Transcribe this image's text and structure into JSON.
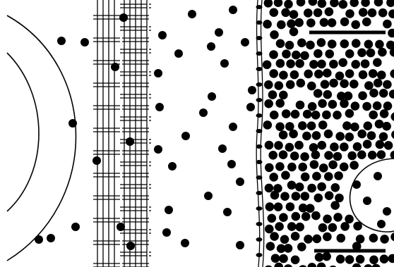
{
  "figure": {
    "background_color": "#ffffff",
    "ink_color": "#000000",
    "regions": [
      "left-curved-boundary",
      "woven-barrier",
      "sparse-particle-zone",
      "double-membrane",
      "dense-particle-zone",
      "inner-oval-compartment"
    ],
    "particle_density": {
      "left-zone": "sparse",
      "woven-barrier": "sparse",
      "middle-zone": "sparse",
      "right-zone": "dense"
    }
  }
}
